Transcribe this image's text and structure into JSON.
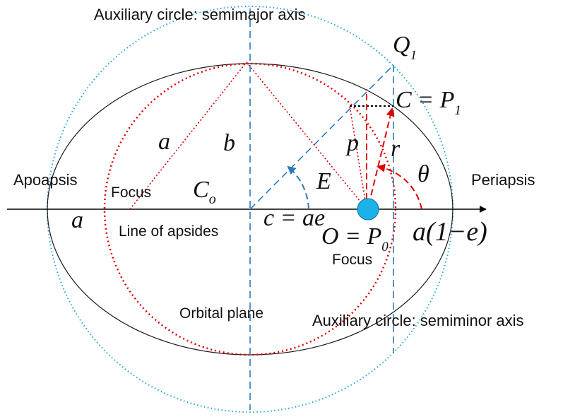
{
  "labels": {
    "aux_major": "Auxiliary circle: semimajor axis",
    "aux_minor": "Auxiliary circle: semiminor axis",
    "apoapsis": "Apoapsis",
    "periapsis": "Periapsis",
    "focus_left": "Focus",
    "focus_right": "Focus",
    "line_of_apsides": "Line of apsides",
    "orbital_plane": "Orbital plane"
  },
  "math": {
    "Q": "Q",
    "Q_sub": "1",
    "C_eq": "C = P",
    "C_sub": "1",
    "a_left": "a",
    "a_diag": "a",
    "b": "b",
    "p": "p",
    "r": "r",
    "theta": "θ",
    "E": "E",
    "Co": "C",
    "Co_sub": "o",
    "c_eq": "c = ae",
    "O_eq": "O = P",
    "O_sub": "0",
    "a1e": "a(1−e)"
  },
  "colors": {
    "orbit": "#1a1a1a",
    "aux_major_circle": "#1aa3d9",
    "aux_minor_circle": "#e00000",
    "dashed_blue": "#2a7ab8",
    "red": "#e00000",
    "focus_body": "#1ab2e8"
  }
}
